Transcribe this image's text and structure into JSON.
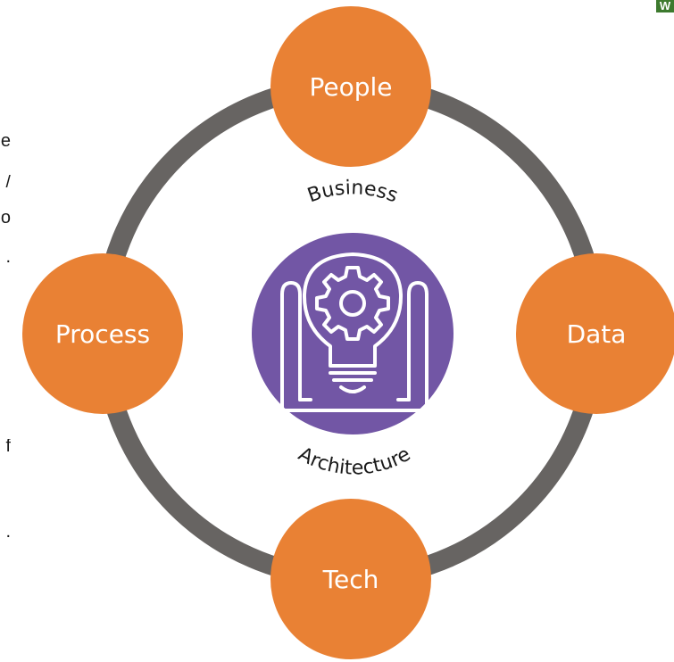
{
  "diagram": {
    "center": {
      "arc_top_text": "Business",
      "arc_bottom_text": "Architecture",
      "icon": "lightbulb-gear-blueprint-icon",
      "fill_color": "#7256a5"
    },
    "nodes": [
      {
        "id": "people",
        "label": "People"
      },
      {
        "id": "data",
        "label": "Data"
      },
      {
        "id": "tech",
        "label": "Tech"
      },
      {
        "id": "process",
        "label": "Process"
      }
    ],
    "colors": {
      "node_fill": "#e98134",
      "ring": "#676462",
      "node_text": "#ffffff",
      "icon_stroke": "#ffffff"
    }
  },
  "edge_fragments": [
    "e",
    "/",
    "o",
    ".",
    "f",
    "."
  ],
  "corner_logo": {
    "text": "W",
    "color": "#3d7a2e"
  }
}
